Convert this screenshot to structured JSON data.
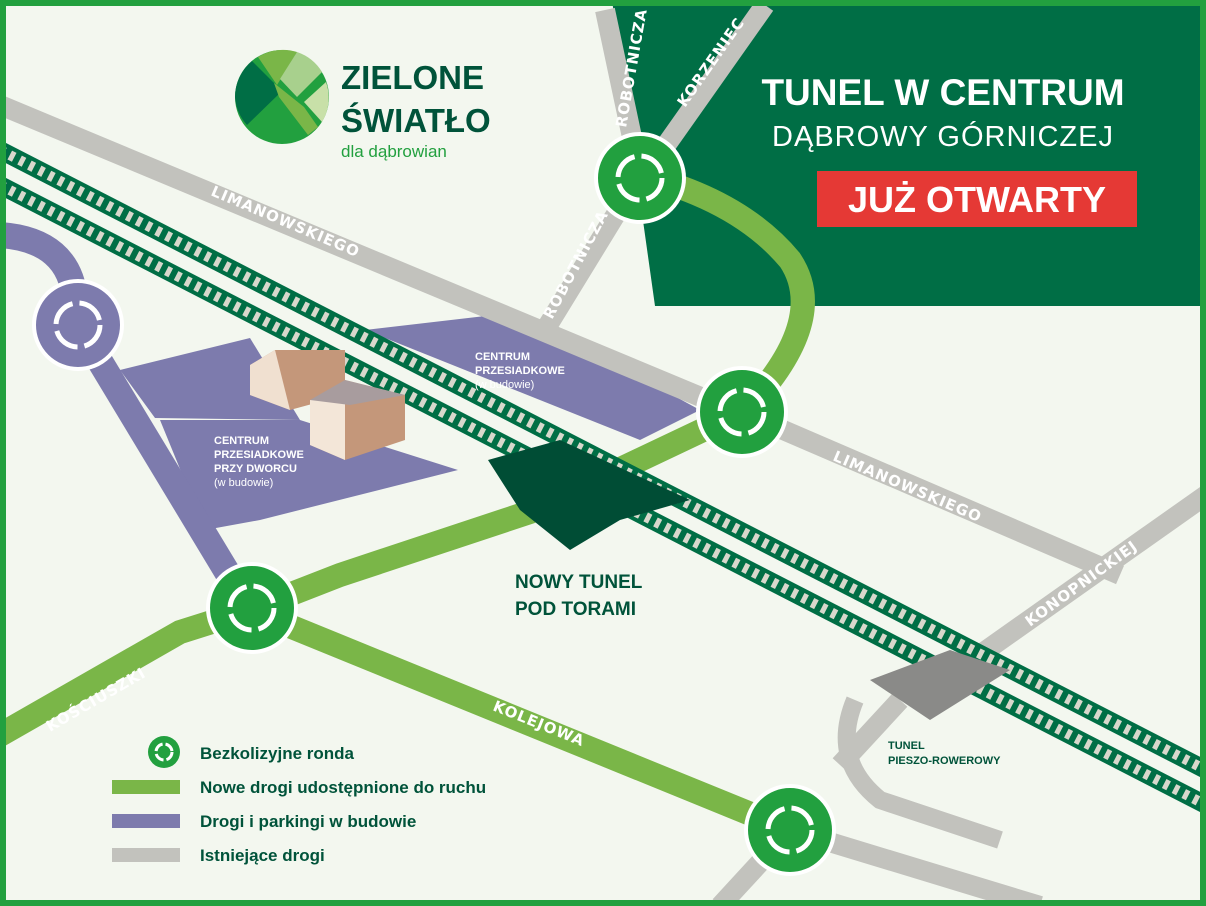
{
  "logo": {
    "line1": "ZIELONE",
    "line2": "ŚWIATŁO",
    "tagline": "dla dąbrowian"
  },
  "header": {
    "title": "TUNEL W CENTRUM",
    "subtitle": "DĄBROWY GÓRNICZEJ",
    "badge": "JUŻ OTWARTY"
  },
  "streets": {
    "limanowskiego_1": "LIMANOWSKIEGO",
    "limanowskiego_2": "LIMANOWSKIEGO",
    "robotnicza_1": "ROBOTNICZA",
    "robotnicza_2": "ROBOTNICZA",
    "korzeniec": "KORZENIEC",
    "konopnickiej": "KONOPNICKIEJ",
    "kosciuszki": "KOŚCIUSZKI",
    "kolejowa": "KOLEJOWA"
  },
  "areas": {
    "centrum_a": [
      "CENTRUM",
      "PRZESIADKOWE",
      "(w budowie)"
    ],
    "centrum_b": [
      "CENTRUM",
      "PRZESIADKOWE",
      "PRZY DWORCU",
      "(w budowie)"
    ]
  },
  "tunnel": {
    "line1": "NOWY TUNEL",
    "line2": "POD TORAMI"
  },
  "ped_tunnel": {
    "line1": "TUNEL",
    "line2": "PIESZO-ROWEROWY"
  },
  "legend": [
    {
      "label": "Bezkolizyjne ronda",
      "symbol": "roundabout-icon"
    },
    {
      "label": "Nowe drogi udostępnione do ruchu",
      "color": "#7ab648"
    },
    {
      "label": "Drogi i parkingi w budowie",
      "color": "#7d7bad"
    },
    {
      "label": "Istniejące drogi",
      "color": "#c2c2bd"
    }
  ],
  "colors": {
    "brand_dark": "#006e45",
    "new_road": "#7ab648",
    "construction": "#7d7bad",
    "existing": "#c2c2bd",
    "roundabout": "#22a03f",
    "badge": "#e53935"
  }
}
